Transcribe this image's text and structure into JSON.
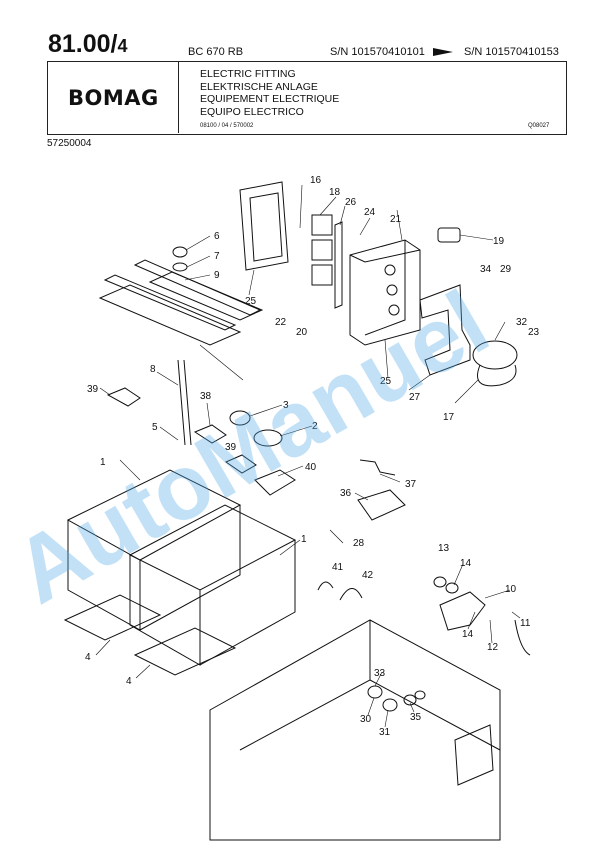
{
  "header": {
    "page_number": "81.00/",
    "page_sub": "4",
    "model": "BC 670 RB",
    "sn_from": "S/N 101570410101",
    "sn_to": "S/N 101570410153"
  },
  "title_block": {
    "logo": "BOMAG",
    "titles": [
      "ELECTRIC FITTING",
      "ELEKTRISCHE ANLAGE",
      "EQUIPEMENT ELECTRIQUE",
      "EQUIPO ELECTRICO"
    ],
    "doc_ref": "08100 / 04 / 570002",
    "doc_code": "Q08027"
  },
  "part_number": "57250004",
  "watermark": "AutoManuel",
  "callouts": [
    "16",
    "18",
    "26",
    "24",
    "21",
    "19",
    "6",
    "7",
    "9",
    "25",
    "22",
    "20",
    "34",
    "29",
    "32",
    "23",
    "8",
    "25",
    "27",
    "17",
    "39",
    "38",
    "3",
    "2",
    "5",
    "39",
    "40",
    "1",
    "37",
    "36",
    "28",
    "1",
    "13",
    "14",
    "10",
    "41",
    "42",
    "11",
    "14",
    "12",
    "4",
    "4",
    "33",
    "30",
    "31",
    "35"
  ],
  "colors": {
    "line": "#111111",
    "watermark": "#50aae6"
  }
}
